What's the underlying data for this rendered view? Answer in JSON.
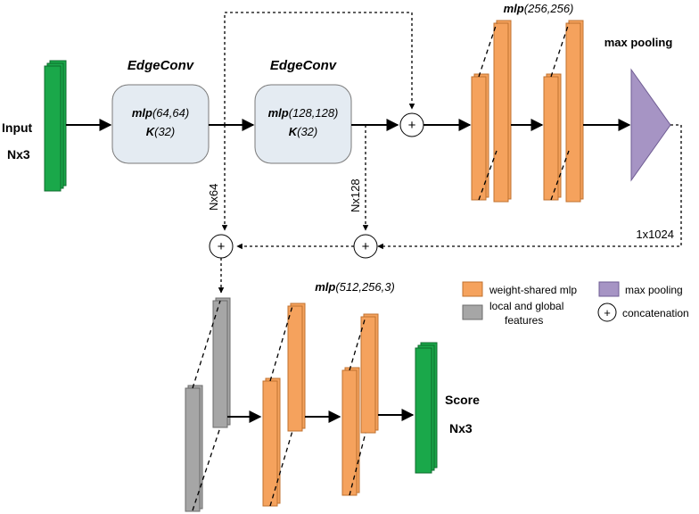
{
  "colors": {
    "green": "#1aa84a",
    "orange": "#f5a25d",
    "gray": "#a6a6a6",
    "purple": "#a694c4",
    "box_fill": "#e4ebf2",
    "box_stroke": "#7a7a7a"
  },
  "input": {
    "label": "Input",
    "shape": "Nx3"
  },
  "edgeconv1": {
    "title": "EdgeConv",
    "mlp_prefix": "mlp",
    "mlp_args": "(64,64)",
    "k_prefix": "K",
    "k_args": "(32)"
  },
  "edgeconv2": {
    "title": "EdgeConv",
    "mlp_prefix": "mlp",
    "mlp_args": "(128,128)",
    "k_prefix": "K",
    "k_args": "(32)"
  },
  "mlp_top": {
    "prefix": "mlp",
    "args": "(256,256)"
  },
  "max_pool_label": "max pooling",
  "dims": {
    "nx64": "Nx64",
    "nx128": "Nx128",
    "global": "1x1024"
  },
  "mlp_bottom": {
    "prefix": "mlp",
    "args": "(512,256,3)"
  },
  "output": {
    "label": "Score",
    "shape": "Nx3"
  },
  "concat_symbol": "+",
  "legend": {
    "mlp": "weight-shared mlp",
    "maxpool": "max pooling",
    "features_line1": "local and global",
    "features_line2": "features",
    "concat": "concatenation"
  }
}
